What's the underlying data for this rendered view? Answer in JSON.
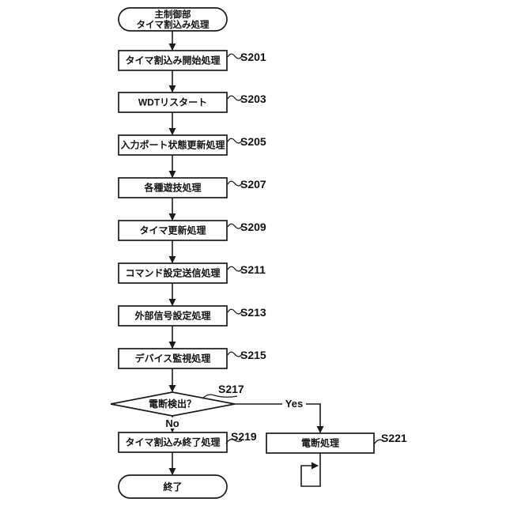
{
  "figure": {
    "background": "#ffffff",
    "ink": "#1a1a1a",
    "start": {
      "line1": "主制御部",
      "line2": "タイマ割込み処理"
    },
    "steps": [
      {
        "id": "S201",
        "label": "タイマ割込み開始処理"
      },
      {
        "id": "S203",
        "label": "WDTリスタート"
      },
      {
        "id": "S205",
        "label": "入力ポート状態更新処理"
      },
      {
        "id": "S207",
        "label": "各種遊技処理"
      },
      {
        "id": "S209",
        "label": "タイマ更新処理"
      },
      {
        "id": "S211",
        "label": "コマンド設定送信処理"
      },
      {
        "id": "S213",
        "label": "外部信号設定処理"
      },
      {
        "id": "S215",
        "label": "デバイス監視処理"
      }
    ],
    "decision": {
      "id": "S217",
      "label": "電断検出？",
      "yes_label": "Yes",
      "no_label": "No"
    },
    "end_step": {
      "id": "S219",
      "label": "タイマ割込み終了処理"
    },
    "power_step": {
      "id": "S221",
      "label": "電断処理"
    },
    "terminator_end": "終了"
  }
}
